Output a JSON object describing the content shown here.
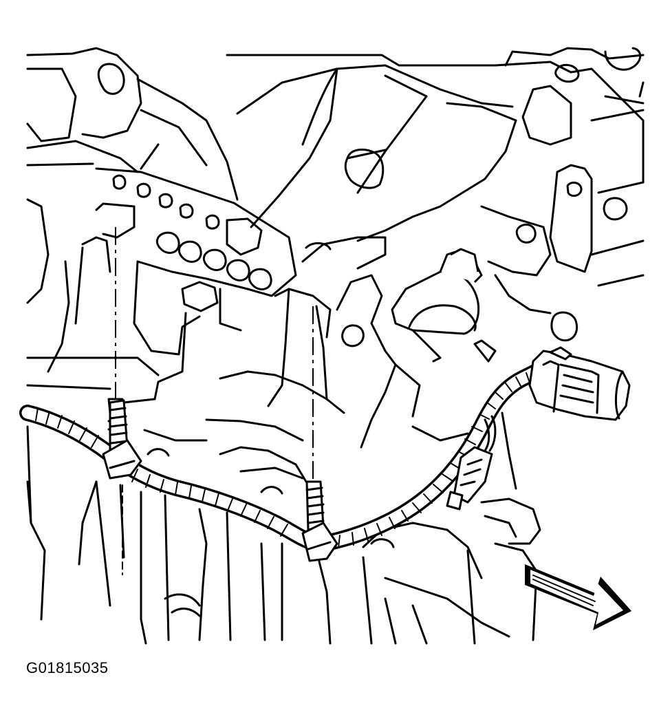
{
  "figure": {
    "id_label": "G01815035"
  },
  "parts": [
    "engine-block",
    "wiring-harness",
    "harness-push-pin-clip-left",
    "harness-push-pin-clip-right",
    "knock-sensor",
    "electrical-connector",
    "direction-arrow"
  ]
}
